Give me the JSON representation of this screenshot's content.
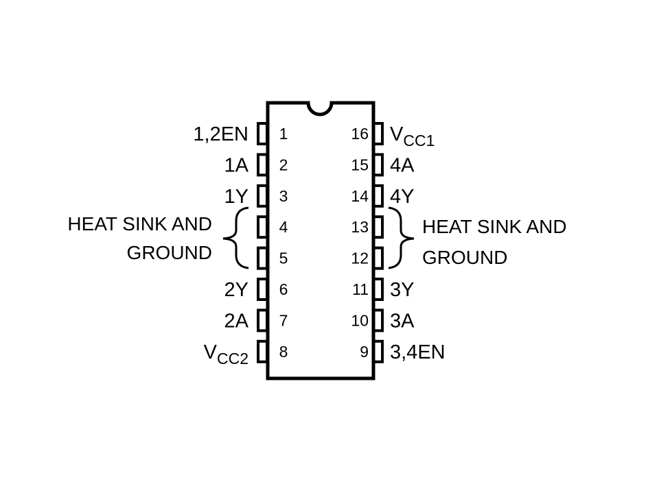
{
  "package": {
    "pins_left": [
      {
        "number": "1",
        "signal": "1,2EN"
      },
      {
        "number": "2",
        "signal": "1A"
      },
      {
        "number": "3",
        "signal": "1Y"
      },
      {
        "number": "4",
        "signal": ""
      },
      {
        "number": "5",
        "signal": ""
      },
      {
        "number": "6",
        "signal": "2Y"
      },
      {
        "number": "7",
        "signal": "2A"
      },
      {
        "number": "8",
        "signal": "V",
        "signal_sub": "CC2"
      }
    ],
    "pins_right": [
      {
        "number": "16",
        "signal": "V",
        "signal_sub": "CC1"
      },
      {
        "number": "15",
        "signal": "4A"
      },
      {
        "number": "14",
        "signal": "4Y"
      },
      {
        "number": "13",
        "signal": ""
      },
      {
        "number": "12",
        "signal": ""
      },
      {
        "number": "11",
        "signal": "3Y"
      },
      {
        "number": "10",
        "signal": "3A"
      },
      {
        "number": "9",
        "signal": "3,4EN"
      }
    ],
    "groups": {
      "left": {
        "line1": "HEAT SINK AND",
        "line2": "GROUND"
      },
      "right": {
        "line1": "HEAT SINK AND",
        "line2": "GROUND"
      }
    }
  }
}
